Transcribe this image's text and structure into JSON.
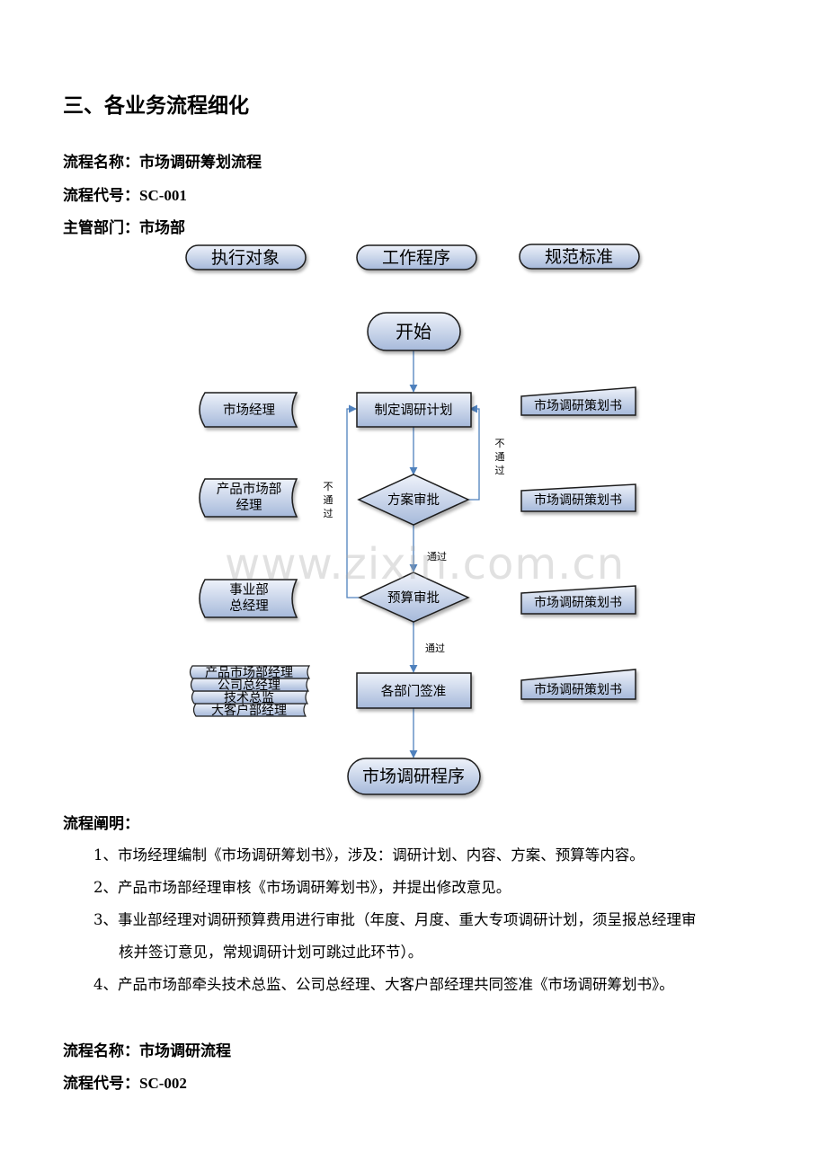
{
  "heading": "三、各业务流程细化",
  "flow1": {
    "name_label": "流程名称：",
    "name": "市场调研筹划流程",
    "code_label": "流程代号：",
    "code": "SC-001",
    "dept_label": "主管部门：",
    "dept": "市场部"
  },
  "diagram": {
    "col_headers": [
      "执行对象",
      "工作程序",
      "规范标准"
    ],
    "start": "开始",
    "steps": {
      "plan": "制定调研计划",
      "review": "方案审批",
      "budget": "预算审批",
      "approve": "各部门签准",
      "end": "市场调研程序"
    },
    "actors": {
      "a1": "市场经理",
      "a2_line1": "产品市场部",
      "a2_line2": "经理",
      "a3_line1": "事业部",
      "a3_line2": "总经理",
      "a4": [
        "产品市场部经理",
        "公司总经理",
        "技术总监",
        "大客户部经理"
      ]
    },
    "doc": "市场调研策划书",
    "fail_chars": [
      "不",
      "通",
      "过"
    ],
    "pass": "通过"
  },
  "explain": {
    "label": "流程阐明：",
    "p1": "1、市场经理编制《市场调研筹划书》，涉及：调研计划、内容、方案、预算等内容。",
    "p2": "2、产品市场部经理审核《市场调研筹划书》，并提出修改意见。",
    "p3a": "3、事业部经理对调研预算费用进行审批（年度、月度、重大专项调研计划，须呈报总经理审",
    "p3b": "核并签订意见，常规调研计划可跳过此环节）。",
    "p4": "4、产品市场部牵头技术总监、公司总经理、大客户部经理共同签准《市场调研筹划书》。"
  },
  "flow2": {
    "name_label": "流程名称：",
    "name": "市场调研流程",
    "code_label": "流程代号：",
    "code": "SC-002"
  },
  "watermark": "www.zixin.com.cn",
  "colors": {
    "shape_fill_top": "#e8eef8",
    "shape_fill_bottom": "#a9bcdc",
    "shape_stroke": "#1c1c1c",
    "arrow": "#4f81bd"
  }
}
